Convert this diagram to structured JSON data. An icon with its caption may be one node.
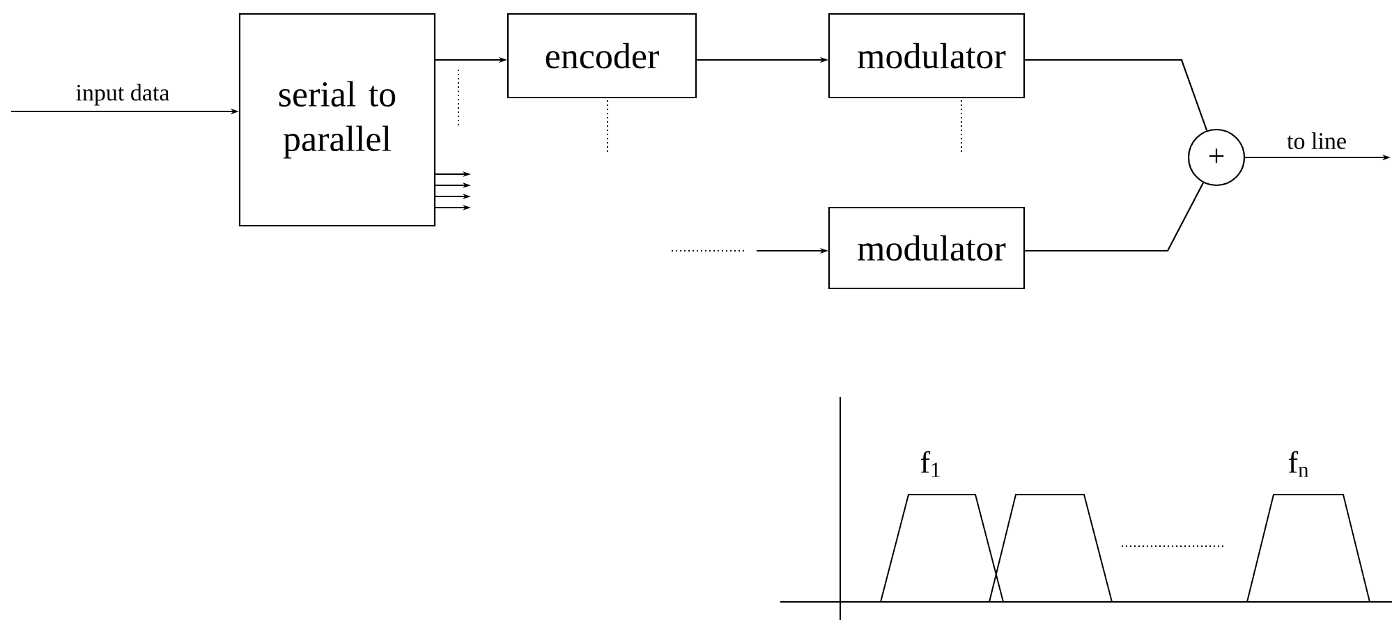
{
  "diagram": {
    "nodes": [
      {
        "text": [
          "serial to parallel"
        ]
      },
      {
        "text": [
          "encoder"
        ]
      },
      {
        "text": [
          "modulator"
        ]
      },
      {
        "text": [
          "modulator"
        ]
      },
      {
        "text": [
          "+"
        ]
      }
    ],
    "edges": [
      {
        "from": null,
        "to": 0,
        "arrow": "to",
        "label": "input data"
      },
      {
        "from": 0,
        "to": 1,
        "arrow": "to"
      },
      {
        "from": 1,
        "to": 2,
        "arrow": "to"
      },
      {
        "from": null,
        "to": 3,
        "arrow": "to"
      },
      {
        "from": 2,
        "to": 4,
        "arrow": "none"
      },
      {
        "from": 3,
        "to": 4,
        "arrow": "none"
      },
      {
        "from": 4,
        "to": null,
        "arrow": "to",
        "label": "to line"
      },
      {
        "from": 0,
        "to": null,
        "arrow": "to"
      },
      {
        "from": 0,
        "to": null,
        "arrow": "to"
      },
      {
        "from": 0,
        "to": null,
        "arrow": "to"
      },
      {
        "from": 0,
        "to": null,
        "arrow": "to"
      }
    ],
    "labels": [
      "f$_{1}$",
      "f$_{n}$"
    ]
  }
}
